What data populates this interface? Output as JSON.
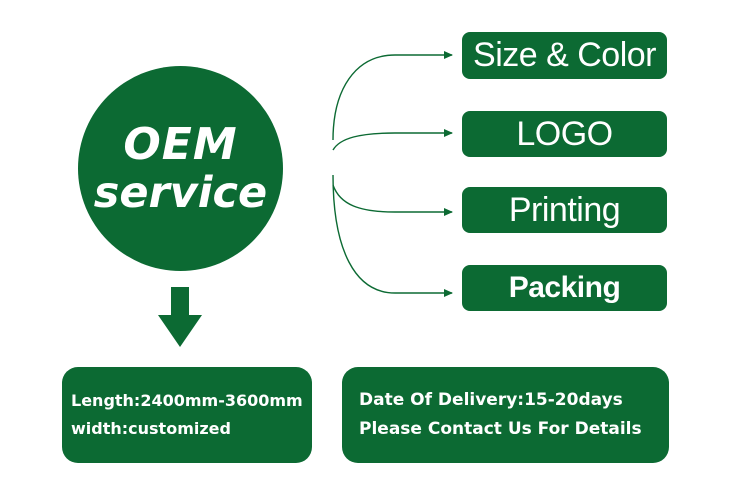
{
  "colors": {
    "primary_green": "#0c6a33",
    "text_on_green": "#ffffff",
    "background": "#ffffff"
  },
  "service": {
    "title": "OEM",
    "subtitle": "service"
  },
  "options": [
    {
      "label": "Size & Color"
    },
    {
      "label": "LOGO"
    },
    {
      "label": "Printing"
    },
    {
      "label": "Packing"
    }
  ],
  "specs": {
    "line1": "Length:2400mm-3600mm",
    "line2": "width:customized"
  },
  "delivery": {
    "line1": "Date Of Delivery:15-20days",
    "line2": "Please Contact Us For Details"
  },
  "icons": {
    "down_arrow": "down-arrow-icon",
    "connector": "branch-connector-arrows"
  }
}
